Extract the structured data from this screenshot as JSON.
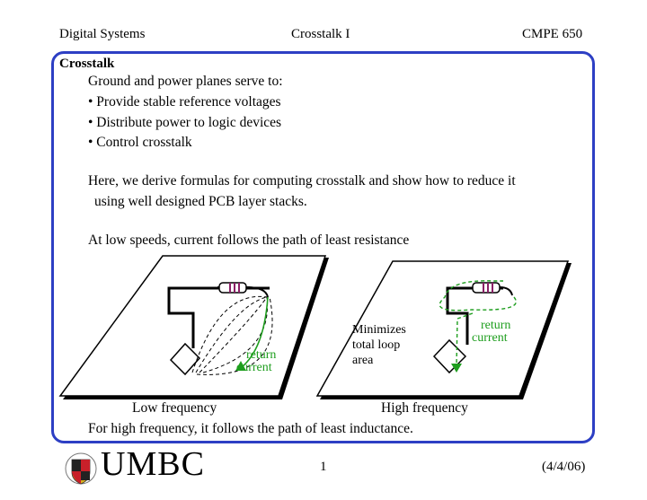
{
  "header": {
    "left": "Digital Systems",
    "center": "Crosstalk I",
    "right": "CMPE 650"
  },
  "slide": {
    "title": "Crosstalk",
    "intro": "Ground and power planes serve to:",
    "bullets": [
      "• Provide stable reference voltages",
      "• Distribute power to logic devices",
      "• Control crosstalk"
    ],
    "paragraph_line1": "Here, we derive formulas for computing crosstalk and show how to reduce it",
    "paragraph_line2": "using well designed PCB layer stacks.",
    "low_speed_text": "At low speeds, current follows the path of least resistance",
    "high_freq_text": "For high frequency, it follows the path of least inductance."
  },
  "figures": {
    "left": {
      "caption": "Low frequency",
      "label_line1": "return",
      "label_line2": "current"
    },
    "right": {
      "caption": "High frequency",
      "label_line1": "return",
      "label_line2": "current",
      "note_line1": "Minimizes",
      "note_line2": "total loop",
      "note_line3": "area"
    }
  },
  "colors": {
    "frame": "#2d3fc4",
    "return_current": "#1e9e1e",
    "resistor_band": "#8a1f66"
  },
  "footer": {
    "logo": "UMBC",
    "page": "1",
    "date": "(4/4/06)"
  }
}
